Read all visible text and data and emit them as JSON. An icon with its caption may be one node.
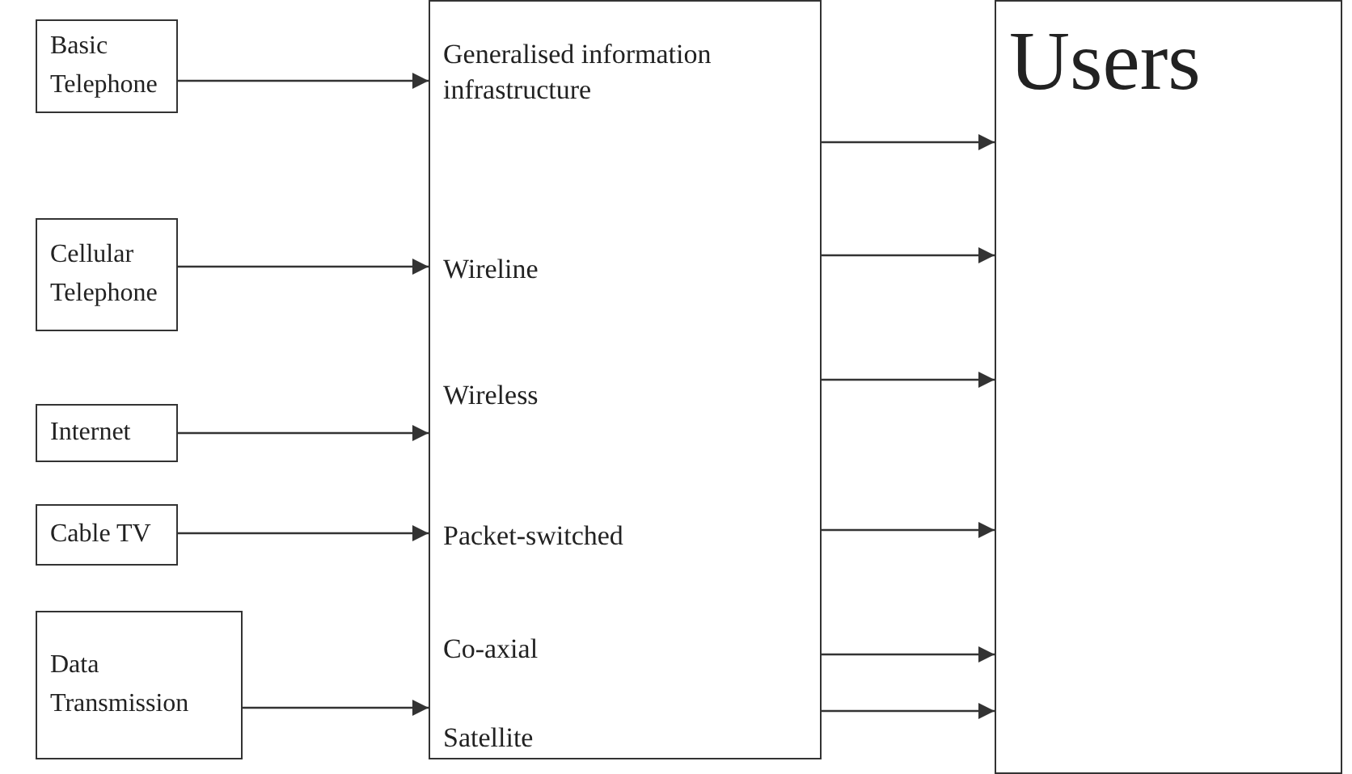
{
  "diagram": {
    "nodes": [
      {
        "text": [
          "Basic Telephone"
        ]
      },
      {
        "text": [
          "Cellular Telephone"
        ]
      },
      {
        "text": [
          "Internet"
        ]
      },
      {
        "text": [
          "Cable TV"
        ]
      },
      {
        "text": [
          "Data Transmission"
        ]
      },
      {
        "text": [
          "Generalised information infrastructure",
          "Wireline",
          "Wireless",
          "Packet-switched",
          "Co-axial",
          "Satellite"
        ]
      },
      {
        "text": [
          "Users"
        ]
      }
    ],
    "edges": [
      {
        "from": 0,
        "to": 5,
        "arrow": "to"
      },
      {
        "from": 1,
        "to": 5,
        "arrow": "to"
      },
      {
        "from": 2,
        "to": 5,
        "arrow": "to"
      },
      {
        "from": 3,
        "to": 5,
        "arrow": "to"
      },
      {
        "from": 4,
        "to": 5,
        "arrow": "to"
      },
      {
        "from": 5,
        "to": 6,
        "arrow": "to"
      },
      {
        "from": 5,
        "to": 6,
        "arrow": "to"
      },
      {
        "from": 5,
        "to": 6,
        "arrow": "to"
      },
      {
        "from": 5,
        "to": 6,
        "arrow": "to"
      },
      {
        "from": 5,
        "to": 6,
        "arrow": "to"
      },
      {
        "from": 5,
        "to": 6,
        "arrow": "to"
      }
    ]
  }
}
